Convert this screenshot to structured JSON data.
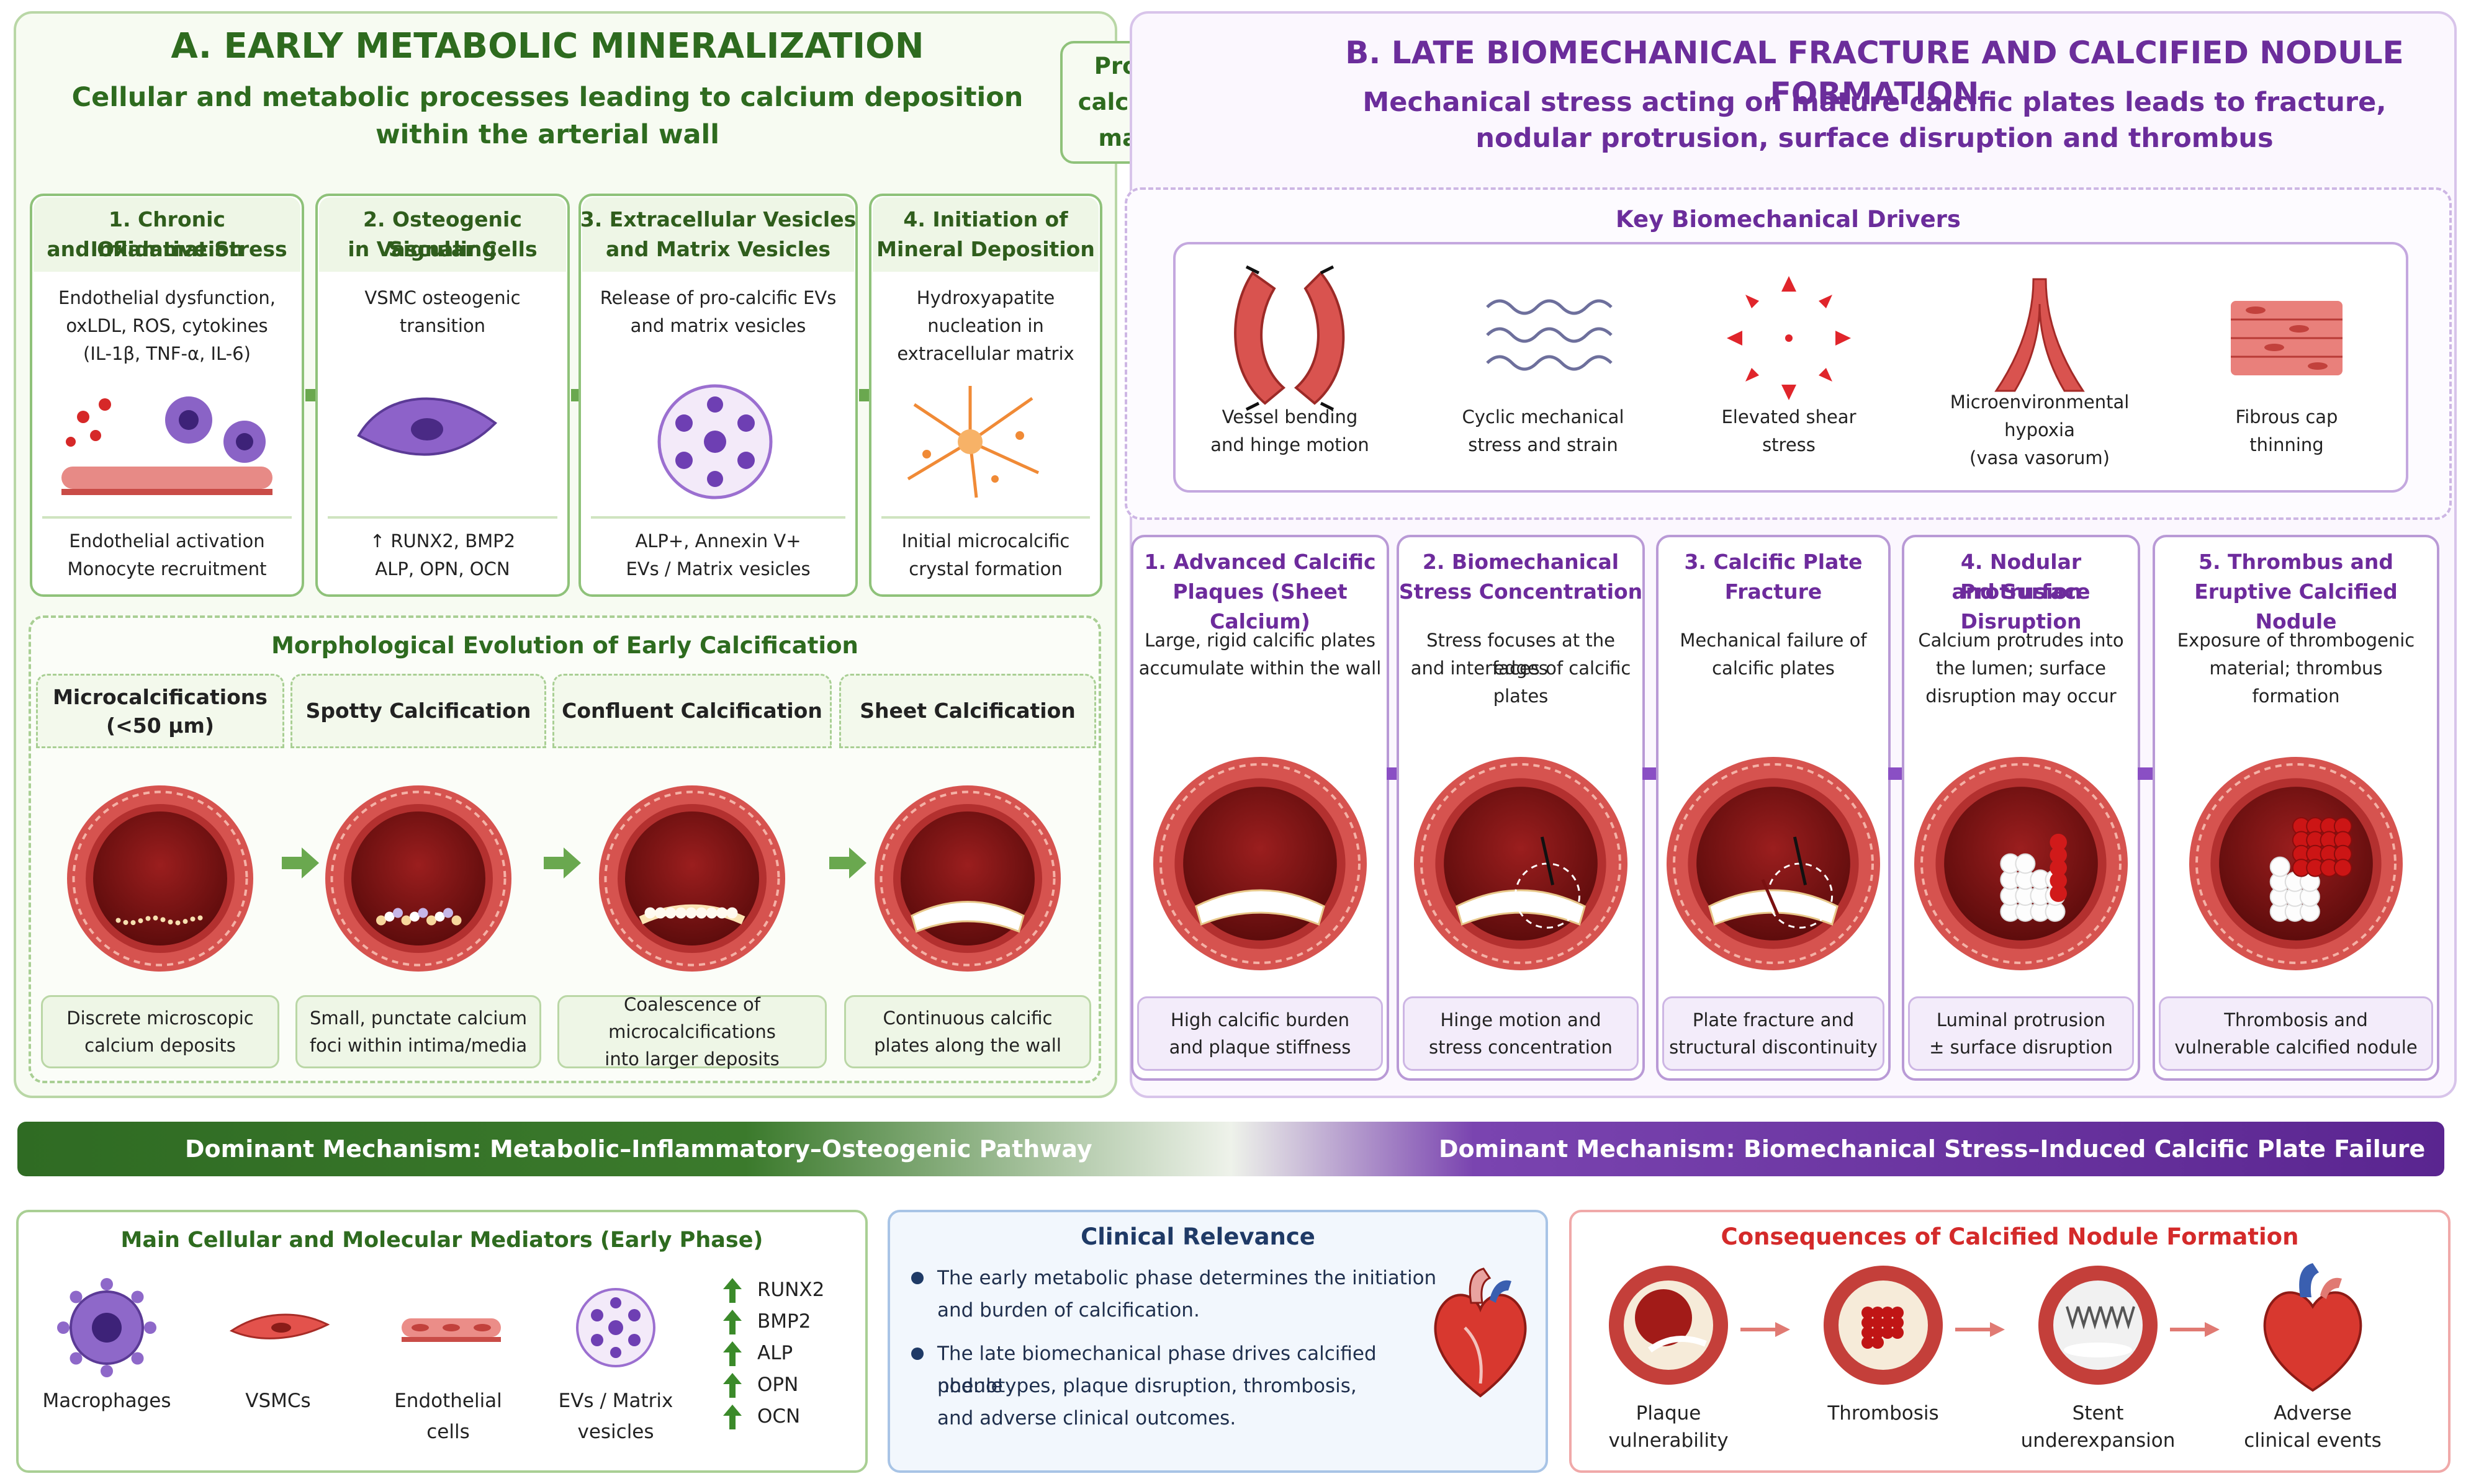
{
  "panel_a": {
    "title": "A. EARLY METABOLIC MINERALIZATION",
    "subtitle_l1": "Cellular and metabolic processes leading to calcium deposition",
    "subtitle_l2": "within the arterial wall",
    "steps": [
      {
        "title_l1": "1. Chronic Inflammation",
        "title_l2": "and Oxidative Stress",
        "body_l1": "Endothelial dysfunction,",
        "body_l2": "oxLDL, ROS, cytokines",
        "body_l3": "(IL-1β, TNF-α, IL-6)",
        "foot_l1": "Endothelial activation",
        "foot_l2": "Monocyte recruitment"
      },
      {
        "title_l1": "2. Osteogenic Signaling",
        "title_l2": "in Vascular Cells",
        "body_l1": "VSMC osteogenic",
        "body_l2": "transition",
        "body_l3": "",
        "foot_l1": "↑ RUNX2, BMP2",
        "foot_l2": "ALP, OPN, OCN"
      },
      {
        "title_l1": "3. Extracellular Vesicles",
        "title_l2": "and Matrix Vesicles",
        "body_l1": "Release of pro-calcific EVs",
        "body_l2": "and matrix vesicles",
        "body_l3": "",
        "foot_l1": "ALP+, Annexin V+",
        "foot_l2": "EVs / Matrix vesicles"
      },
      {
        "title_l1": "4. Initiation of",
        "title_l2": "Mineral Deposition",
        "body_l1": "Hydroxyapatite",
        "body_l2": "nucleation in",
        "body_l3": "extracellular matrix",
        "foot_l1": "Initial microcalcific",
        "foot_l2": "crystal formation"
      }
    ],
    "morph_title": "Morphological Evolution of Early Calcification",
    "morph": [
      {
        "title_l1": "Microcalcifications",
        "title_l2": "(<50 µm)",
        "foot_l1": "Discrete microscopic",
        "foot_l2": "calcium deposits"
      },
      {
        "title_l1": "Spotty Calcification",
        "title_l2": "",
        "foot_l1": "Small, punctate calcium",
        "foot_l2": "foci within intima/media"
      },
      {
        "title_l1": "Confluent Calcification",
        "title_l2": "",
        "foot_l1": "Coalescence of microcalcifications",
        "foot_l2": "into larger deposits"
      },
      {
        "title_l1": "Sheet Calcification",
        "title_l2": "",
        "foot_l1": "Continuous calcific",
        "foot_l2": "plates along the wall"
      }
    ]
  },
  "transition": {
    "l1": "Progressive",
    "l2": "calcific plaque",
    "l3": "maturation"
  },
  "panel_b": {
    "title": "B. LATE BIOMECHANICAL FRACTURE AND CALCIFIED NODULE FORMATION",
    "subtitle_l1": "Mechanical stress acting on mature calcific plates leads to fracture,",
    "subtitle_l2": "nodular protrusion, surface disruption and thrombus",
    "drivers_title": "Key Biomechanical Drivers",
    "drivers": [
      {
        "l1": "Vessel bending",
        "l2": "and hinge motion",
        "l3": ""
      },
      {
        "l1": "Cyclic mechanical",
        "l2": "stress and strain",
        "l3": ""
      },
      {
        "l1": "Elevated shear",
        "l2": "stress",
        "l3": ""
      },
      {
        "l1": "Microenvironmental",
        "l2": "hypoxia",
        "l3": "(vasa vasorum)"
      },
      {
        "l1": "Fibrous cap",
        "l2": "thinning",
        "l3": ""
      }
    ],
    "stages": [
      {
        "title_l1": "1. Advanced Calcific",
        "title_l2": "Plaques (Sheet Calcium)",
        "body_l1": "Large, rigid calcific plates",
        "body_l2": "accumulate within the wall",
        "body_l3": "",
        "foot_l1": "High calcific burden",
        "foot_l2": "and plaque stiffness"
      },
      {
        "title_l1": "2. Biomechanical",
        "title_l2": "Stress Concentration",
        "body_l1": "Stress focuses at the edges",
        "body_l2": "and interfaces of calcific",
        "body_l3": "plates",
        "foot_l1": "Hinge motion and",
        "foot_l2": "stress concentration"
      },
      {
        "title_l1": "3. Calcific Plate",
        "title_l2": "Fracture",
        "body_l1": "Mechanical failure of",
        "body_l2": "calcific plates",
        "body_l3": "",
        "foot_l1": "Plate fracture and",
        "foot_l2": "structural discontinuity"
      },
      {
        "title_l1": "4. Nodular Protrusion",
        "title_l2": "and Surface Disruption",
        "body_l1": "Calcium protrudes into",
        "body_l2": "the lumen; surface",
        "body_l3": "disruption may occur",
        "foot_l1": "Luminal protrusion",
        "foot_l2": "± surface disruption"
      },
      {
        "title_l1": "5. Thrombus and",
        "title_l2": "Eruptive Calcified Nodule",
        "body_l1": "Exposure of thrombogenic",
        "body_l2": "material; thrombus",
        "body_l3": "formation",
        "foot_l1": "Thrombosis and",
        "foot_l2": "vulnerable calcified nodule"
      }
    ]
  },
  "banner": {
    "left": "Dominant Mechanism: Metabolic–Inflammatory–Osteogenic Pathway",
    "right": "Dominant Mechanism: Biomechanical Stress–Induced Calcific Plate Failure"
  },
  "mediators": {
    "title": "Main Cellular and Molecular Mediators (Early Phase)",
    "items": [
      {
        "l1": "Macrophages",
        "l2": ""
      },
      {
        "l1": "VSMCs",
        "l2": ""
      },
      {
        "l1": "Endothelial",
        "l2": "cells"
      },
      {
        "l1": "EVs / Matrix",
        "l2": "vesicles"
      }
    ],
    "markers": [
      "RUNX2",
      "BMP2",
      "ALP",
      "OPN",
      "OCN"
    ]
  },
  "clinical": {
    "title": "Clinical Relevance",
    "b1_l1": "The early metabolic phase determines the initiation",
    "b1_l2": "and burden of calcification.",
    "b2_l1": "The late biomechanical phase drives calcified nodule",
    "b2_l2": "phenotypes, plaque disruption, thrombosis,",
    "b2_l3": "and adverse clinical outcomes."
  },
  "consequences": {
    "title": "Consequences of Calcified Nodule Formation",
    "items": [
      {
        "l1": "Plaque",
        "l2": "vulnerability"
      },
      {
        "l1": "Thrombosis",
        "l2": ""
      },
      {
        "l1": "Stent",
        "l2": "underexpansion"
      },
      {
        "l1": "Adverse",
        "l2": "clinical events"
      }
    ]
  },
  "colors": {
    "green": "#2e6b1f",
    "purple": "#6b2d9b",
    "red": "#d42a2a",
    "navy": "#1f3a66"
  }
}
